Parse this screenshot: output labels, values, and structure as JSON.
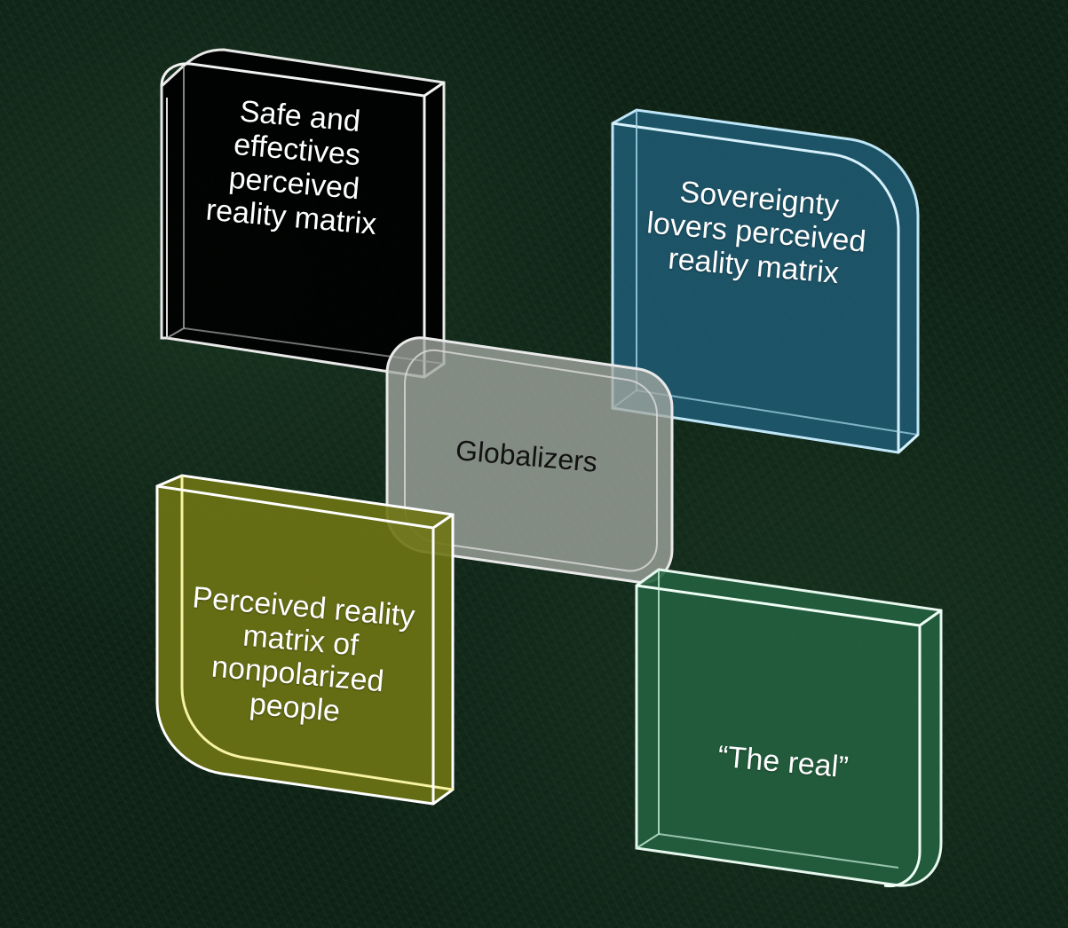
{
  "diagram": {
    "boxes": [
      {
        "id": "black",
        "label": "Safe and\neffectives\nperceived\nreality matrix",
        "fill": "#000000",
        "edge": "#e8e8e8"
      },
      {
        "id": "blue",
        "label": "Sovereignty\nlovers perceived\nreality matrix",
        "fill": "#1f5a72",
        "edge": "#bfe6f7"
      },
      {
        "id": "grey",
        "label": "Globalizers",
        "fill": "#8f958d",
        "edge": "#e6e6e6"
      },
      {
        "id": "olive",
        "label": "Perceived reality\nmatrix of\nnonpolarized\npeople",
        "fill": "#6e7414",
        "edge": "#f5f0a0"
      },
      {
        "id": "green",
        "label": "“The real”",
        "fill": "#23603f",
        "edge": "#c9f0dc"
      }
    ]
  }
}
